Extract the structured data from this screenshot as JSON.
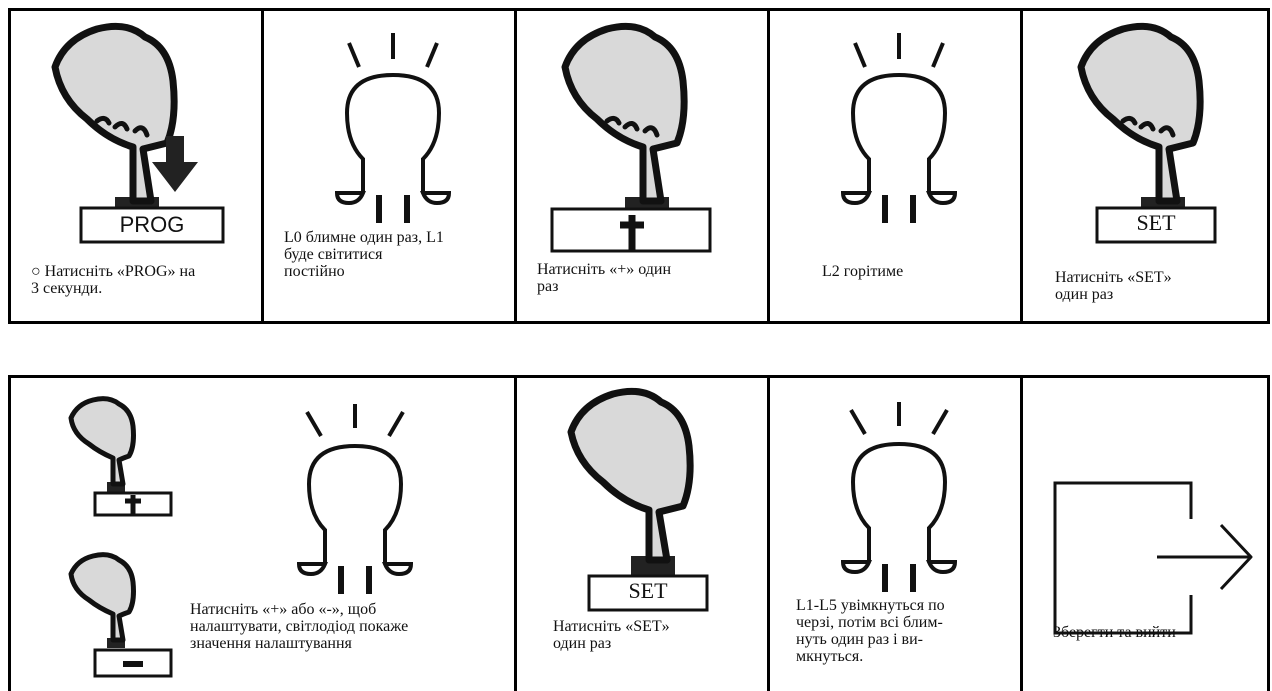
{
  "row1": {
    "step1": {
      "button_label": "PROG",
      "caption": "○ Натисніть «PROG» на\n3 секунди."
    },
    "step2": {
      "caption": "L0 блимне один раз, L1\nбуде світитися\nпостійно"
    },
    "step3": {
      "caption": "Натисніть «+» один\nраз"
    },
    "step4": {
      "caption": "L2 горітиме"
    },
    "step5": {
      "button_label": "SET",
      "caption": "Натисніть «SET»\nодин раз"
    }
  },
  "row2": {
    "step6": {
      "caption": "Натисніть «+» або «-», щоб\nналаштувати, світлодіод покаже\nзначення налаштування"
    },
    "step7": {
      "button_label": "SET",
      "caption": "Натисніть «SET»\nодин раз"
    },
    "step8": {
      "caption": "L1-L5 увімкнуться по\nчерзі, потім всі блим-\nнуть один раз і ви-\nмкнуться."
    },
    "step9": {
      "caption": "Зберегти та вийти"
    }
  },
  "icons": [
    "hand-pointer-icon",
    "down-arrow-icon",
    "led-icon",
    "plus-icon",
    "minus-icon",
    "exit-icon"
  ]
}
